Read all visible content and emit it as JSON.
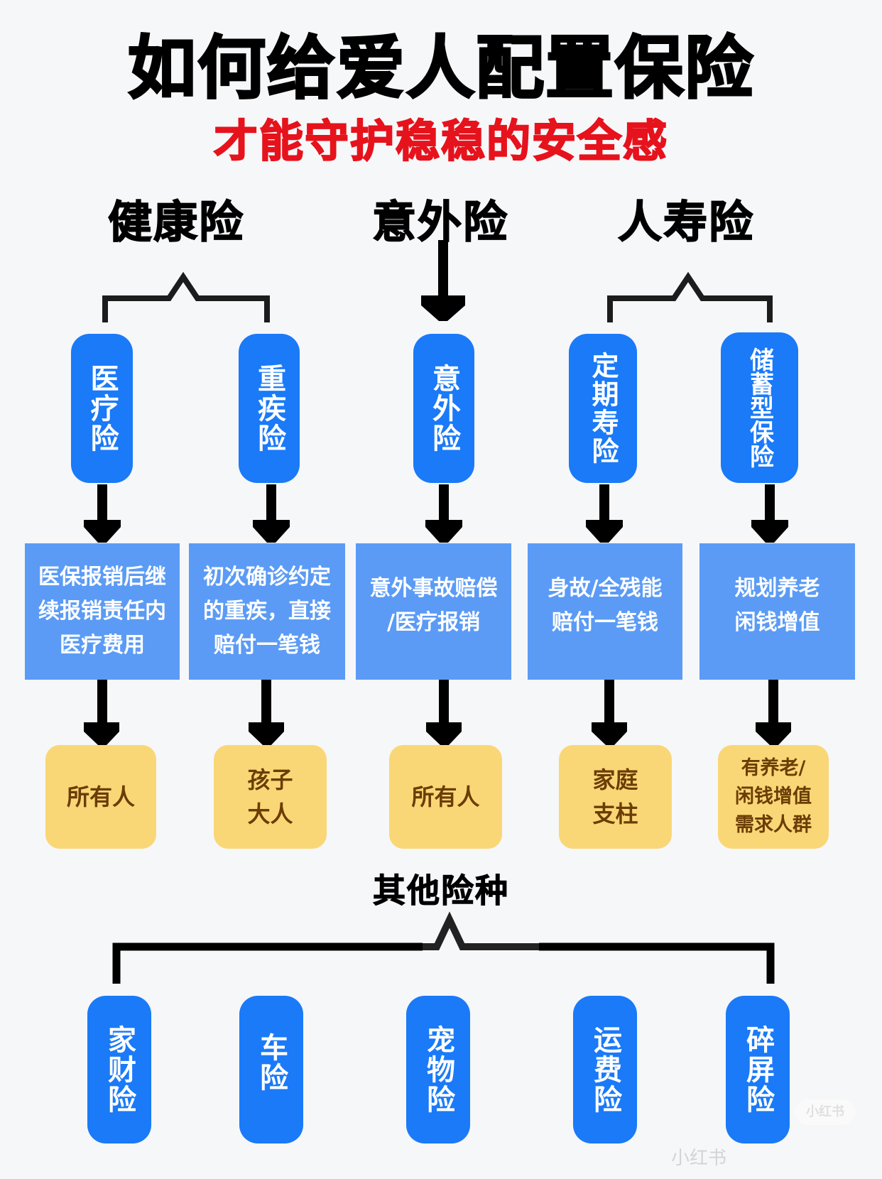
{
  "header": {
    "title": "如何给爱人配置保险",
    "subtitle": "才能守护稳稳的安全感"
  },
  "categories": [
    {
      "label": "健康险"
    },
    {
      "label": "意外险"
    },
    {
      "label": "人寿险"
    }
  ],
  "products": [
    {
      "name": "医疗险",
      "description": [
        "医保报销后继",
        "续报销责任内",
        "医疗费用"
      ],
      "audience": "所有人"
    },
    {
      "name": "重疾险",
      "description": [
        "初次确诊约定",
        "的重疾，直接",
        "赔付一笔钱"
      ],
      "audience": "孩子\n大人"
    },
    {
      "name": "意外险",
      "description": [
        "意外事故赔偿",
        "/医疗报销"
      ],
      "audience": "所有人"
    },
    {
      "name": "定期寿险",
      "description": [
        "身故/全残能",
        "赔付一笔钱"
      ],
      "audience": "家庭\n支柱"
    },
    {
      "name": "储蓄型保险",
      "description": [
        "规划养老",
        "闲钱增值"
      ],
      "audience": "有养老/\n闲钱增值\n需求人群"
    }
  ],
  "other": {
    "title": "其他险种",
    "items": [
      "家财险",
      "车险",
      "宠物险",
      "运费险",
      "碎屏险"
    ]
  },
  "watermark": {
    "text": "小红书",
    "badge": "小红书"
  },
  "colors": {
    "title": "#000000",
    "subtitle": "#e6121c",
    "pill": "#1a7af8",
    "description_box": "#5b9bf5",
    "audience_box": "#fad776",
    "audience_text": "#6b3d06",
    "background": "#f6f7f9"
  }
}
